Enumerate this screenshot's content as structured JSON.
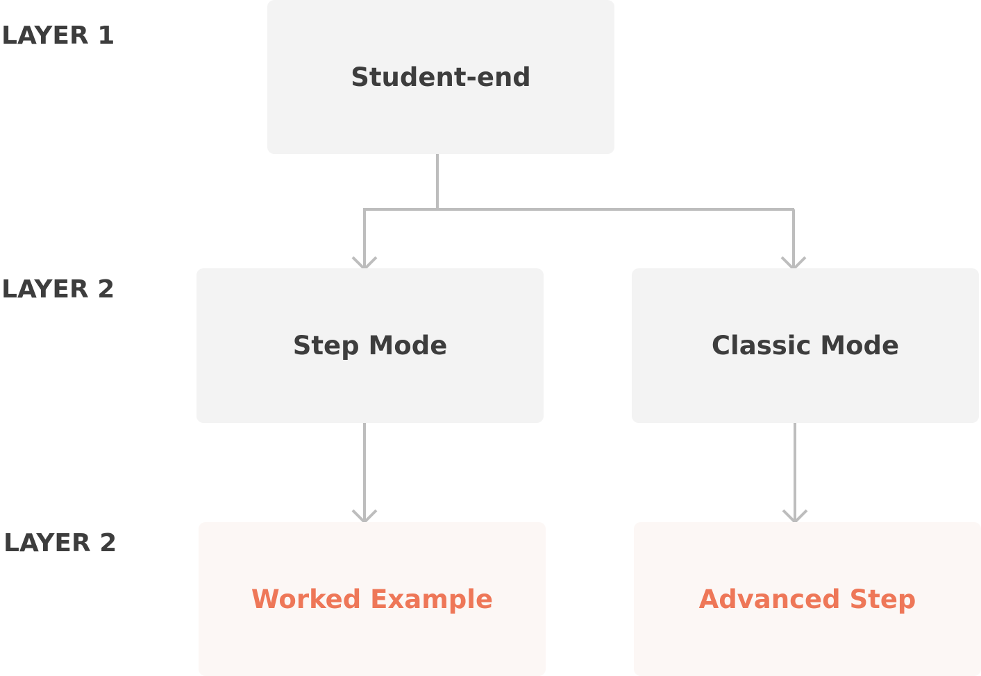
{
  "layers": [
    {
      "label": "LAYER 1"
    },
    {
      "label": "LAYER 2"
    },
    {
      "label": "LAYER 2"
    }
  ],
  "nodes": {
    "student_end": "Student-end",
    "step_mode": "Step Mode",
    "classic_mode": "Classic Mode",
    "worked_example": "Worked Example",
    "advanced_step": "Advanced Step"
  },
  "colors": {
    "node_fill": "#f3f3f3",
    "leaf_fill": "#fcf7f5",
    "node_text": "#3d3d3d",
    "leaf_text": "#ee7758",
    "connector": "#bdbdbd"
  }
}
